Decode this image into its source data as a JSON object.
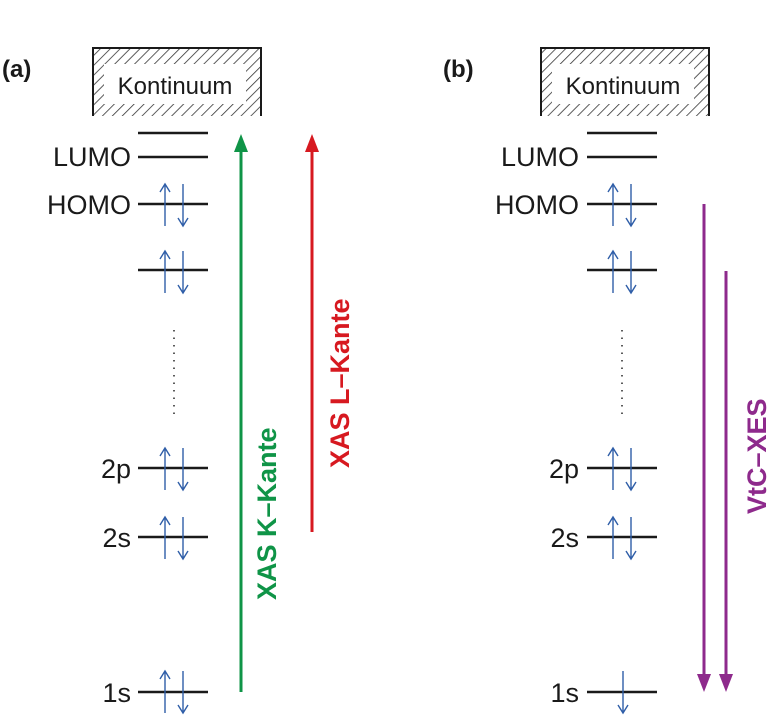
{
  "panels": [
    {
      "id": "a",
      "label": "(a)",
      "continuum_label": "Kontinuum",
      "levels": [
        {
          "id": "lumo-upper",
          "label": "",
          "electrons": "none"
        },
        {
          "id": "lumo",
          "label": "LUMO",
          "electrons": "none"
        },
        {
          "id": "homo",
          "label": "HOMO",
          "electrons": "pair"
        },
        {
          "id": "homo-minus-1",
          "label": "",
          "electrons": "pair"
        },
        {
          "id": "2p",
          "label": "2p",
          "electrons": "pair"
        },
        {
          "id": "2s",
          "label": "2s",
          "electrons": "pair"
        },
        {
          "id": "1s",
          "label": "1s",
          "electrons": "pair"
        }
      ],
      "transitions": [
        {
          "id": "xas-k-edge",
          "label": "XAS  K–Kante",
          "direction": "up",
          "color": "#0f9447"
        },
        {
          "id": "xas-l-edge",
          "label": "XAS  L–Kante",
          "direction": "up",
          "color": "#d71920"
        }
      ]
    },
    {
      "id": "b",
      "label": "(b)",
      "continuum_label": "Kontinuum",
      "levels": [
        {
          "id": "lumo-upper",
          "label": "",
          "electrons": "none"
        },
        {
          "id": "lumo",
          "label": "LUMO",
          "electrons": "none"
        },
        {
          "id": "homo",
          "label": "HOMO",
          "electrons": "pair"
        },
        {
          "id": "homo-minus-1",
          "label": "",
          "electrons": "pair"
        },
        {
          "id": "2p",
          "label": "2p",
          "electrons": "pair"
        },
        {
          "id": "2s",
          "label": "2s",
          "electrons": "pair"
        },
        {
          "id": "1s",
          "label": "1s",
          "electrons": "down"
        }
      ],
      "transitions": [
        {
          "id": "vtc-xes",
          "label": "VtC–XES",
          "direction": "down",
          "color": "#8e2a8c"
        }
      ]
    }
  ],
  "colors": {
    "level_line": "#1a1a1a",
    "electron_arrow": "#2f5ea8",
    "continuum_hatch": "#333333"
  }
}
